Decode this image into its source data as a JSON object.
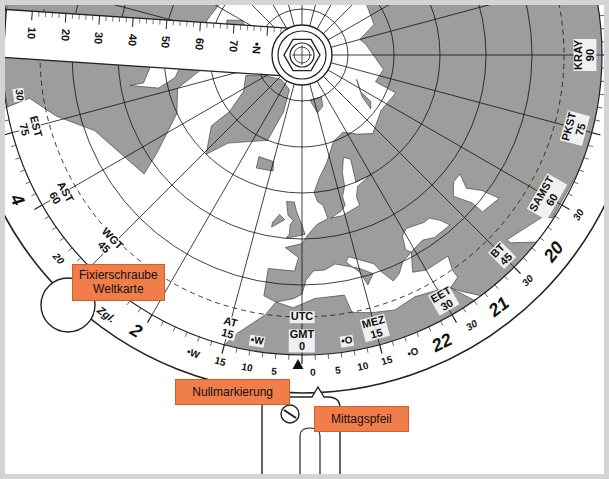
{
  "diagram": {
    "nodes": [
      {
        "text": [
          "Fixierschraube Weltkarte"
        ]
      },
      {
        "text": [
          "Nullmarkierung"
        ]
      },
      {
        "text": [
          "Mittagspfeil"
        ]
      }
    ],
    "labels": [
      "10",
      "20",
      "30",
      "40",
      "50",
      "60",
      "70",
      "•N",
      "EST 75",
      "AST 60",
      "WGT 45",
      "AT 15",
      "UTC",
      "GMT 0",
      "MEZ 15",
      "EET 30",
      "BT 45",
      "SAMST 60",
      "PKST 75",
      "KRAY 90",
      "•W",
      "•O",
      "4",
      "2",
      "22",
      "21",
      "20",
      "30",
      "20",
      "30",
      "30",
      "30",
      "Zgl.",
      "•W",
      "15",
      "10",
      "5",
      "0",
      "5",
      "10",
      "15",
      "•O"
    ]
  }
}
